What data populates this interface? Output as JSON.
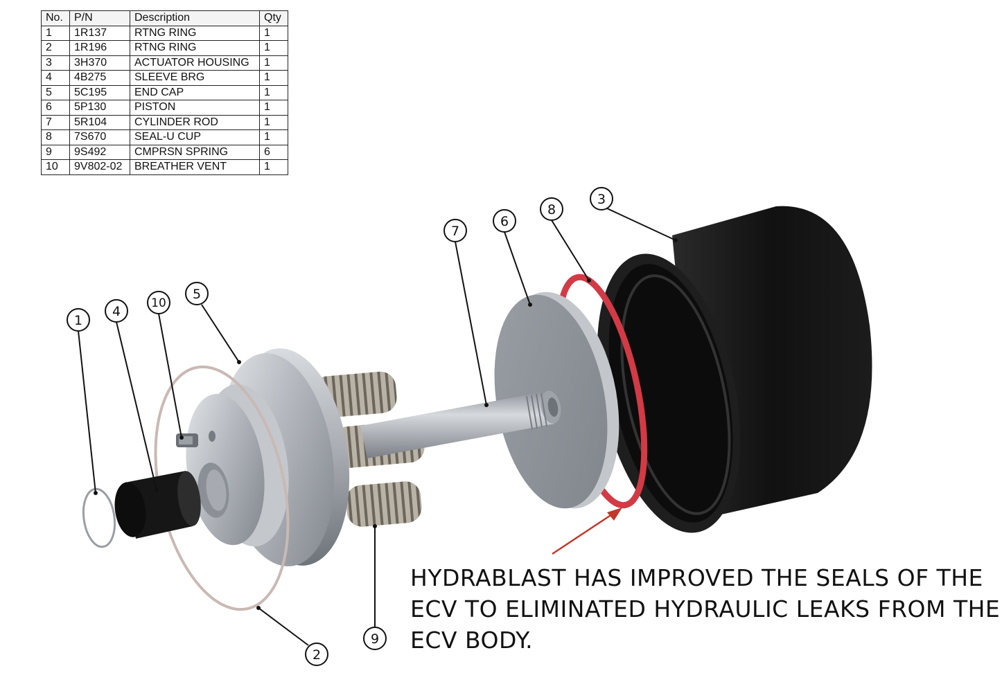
{
  "parts_table": {
    "headers": [
      "No.",
      "P/N",
      "Description",
      "Qty"
    ],
    "rows": [
      [
        "1",
        "1R137",
        "RTNG RING",
        "1"
      ],
      [
        "2",
        "1R196",
        "RTNG RING",
        "1"
      ],
      [
        "3",
        "3H370",
        "ACTUATOR HOUSING",
        "1"
      ],
      [
        "4",
        "4B275",
        "SLEEVE BRG",
        "1"
      ],
      [
        "5",
        "5C195",
        "END CAP",
        "1"
      ],
      [
        "6",
        "5P130",
        "PISTON",
        "1"
      ],
      [
        "7",
        "5R104",
        "CYLINDER ROD",
        "1"
      ],
      [
        "8",
        "7S670",
        "SEAL-U CUP",
        "1"
      ],
      [
        "9",
        "9S492",
        "CMPRSN SPRING",
        "6"
      ],
      [
        "10",
        "9V802-02",
        "BREATHER VENT",
        "1"
      ]
    ]
  },
  "callouts": {
    "c1": "1",
    "c2": "2",
    "c3": "3",
    "c4": "4",
    "c5": "5",
    "c6": "6",
    "c7": "7",
    "c8": "8",
    "c9": "9",
    "c10": "10"
  },
  "note": {
    "line1": "HYDRABLAST HAS IMPROVED THE SEALS OF THE",
    "line2": "ECV TO ELIMINATED HYDRAULIC LEAKS FROM THE",
    "line3": "ECV BODY."
  },
  "colors": {
    "seal_red": "#d23a45",
    "arrow_red": "#c0392b",
    "housing_black": "#1a1a1a",
    "metal_gray": "#a9adb3"
  }
}
